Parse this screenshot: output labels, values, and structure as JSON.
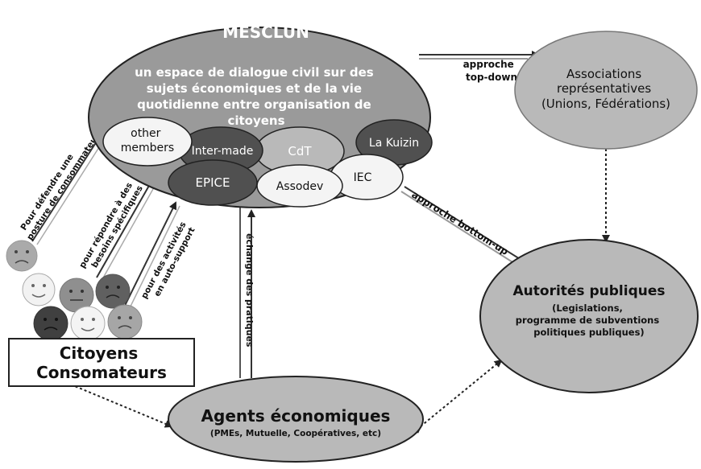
{
  "mesclun": {
    "title": "MESCLUN",
    "desc_lines": [
      "un espace de dialogue civil sur des",
      "sujets économiques et de la vie",
      "quotidienne entre organisation de",
      "citoyens"
    ]
  },
  "members": {
    "other_lines": [
      "other",
      "members"
    ],
    "inter_made": "Inter-made",
    "cdt": "CdT",
    "la_kuizin": "La Kuizin",
    "epice": "EPICE",
    "assodev": "Assodev",
    "iec": "IEC"
  },
  "associations": {
    "lines": [
      "Associations",
      "représentatives",
      "(Unions, Fédérations)"
    ]
  },
  "autorites": {
    "title": "Autorités publiques",
    "sub_lines": [
      "(Legislations,",
      "programme de subventions",
      "politiques publiques)"
    ]
  },
  "agents": {
    "title": "Agents économiques",
    "sub": "(PMEs, Mutuelle, Coopératives, etc)"
  },
  "citoyens": {
    "lines": [
      "Citoyens",
      "Consomateurs"
    ]
  },
  "arrows": {
    "top_down": [
      "approche",
      "top-down"
    ],
    "bottom_up": "approche bottom-up",
    "pratiques": "échange des pratiques",
    "defendre": [
      "Pour défendre une",
      "posture de consommateur"
    ],
    "besoins": [
      "pour répondre à des",
      "besoins spécifiques"
    ],
    "activites": [
      "pour des activités",
      "en auto-support"
    ]
  },
  "colors": {
    "mesclun_fill": "#9a9a9a",
    "dark_member": "#505050",
    "light_member": "#f4f4f4",
    "node_fill": "#b9b9b9"
  }
}
